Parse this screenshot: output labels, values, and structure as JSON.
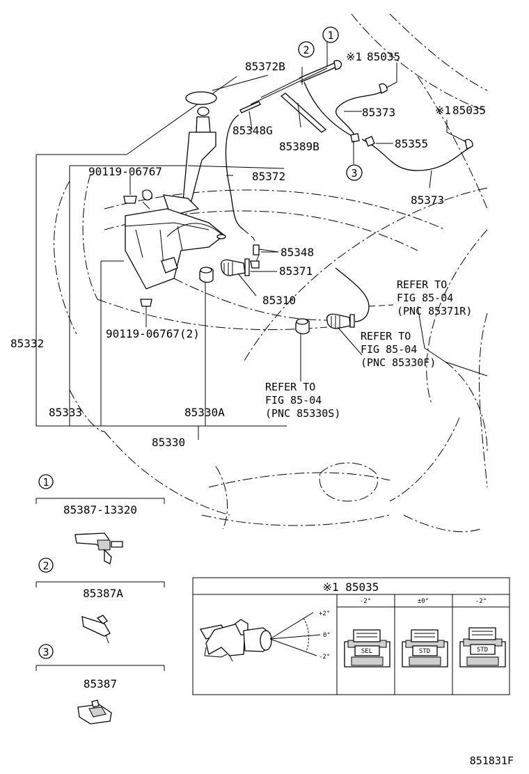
{
  "labels": {
    "p85372B": "85372B",
    "p85035a": "85035",
    "p85035b": "85035",
    "p85348G": "85348G",
    "p85373a": "85373",
    "p85389B": "85389B",
    "p85355": "85355",
    "p85372": "85372",
    "p85373b": "85373",
    "p90119a": "90119-06767",
    "p85348": "85348",
    "p85371": "85371",
    "p85310": "85310",
    "p90119b": "90119-06767(2)",
    "p85332": "85332",
    "p85333": "85333",
    "p85330A": "85330A",
    "p85330": "85330"
  },
  "note_mark": "※1",
  "callouts": [
    "1",
    "2",
    "3"
  ],
  "refers": [
    {
      "line1": "REFER TO",
      "line2": "FIG 85-04",
      "line3": "(PNC 85371R)"
    },
    {
      "line1": "REFER TO",
      "line2": "FIG 85-04",
      "line3": "(PNC 85330F)"
    },
    {
      "line1": "REFER TO",
      "line2": "FIG 85-04",
      "line3": "(PNC 85330S)"
    }
  ],
  "legend": [
    {
      "num": "1",
      "part": "85387-13320"
    },
    {
      "num": "2",
      "part": "85387A"
    },
    {
      "num": "3",
      "part": "85387"
    }
  ],
  "inset": {
    "title": "※1 85035",
    "angle_labels": [
      "+2°",
      "0°",
      "-2°"
    ],
    "columns": [
      {
        "header": "-2°",
        "tag": "SEL"
      },
      {
        "header": "±0°",
        "tag": "STD"
      },
      {
        "header": "-2°",
        "tag": "STD"
      }
    ]
  },
  "footer_code": "851831F"
}
